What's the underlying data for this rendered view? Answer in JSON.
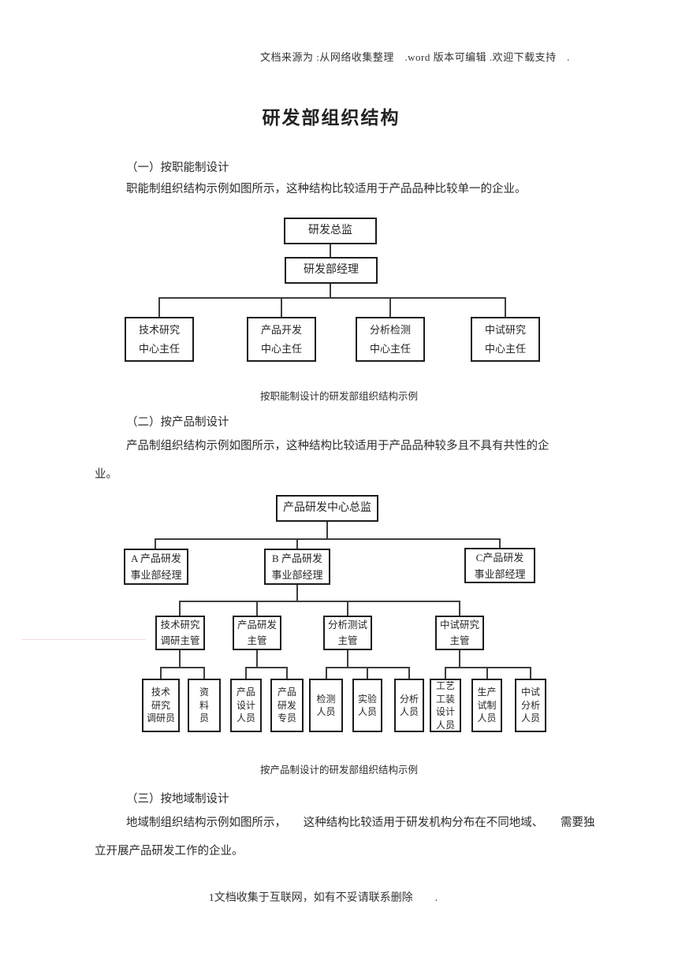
{
  "page": {
    "header_note": "文档来源为 :从网络收集整理　.word 版本可编辑 .欢迎下载支持　.",
    "title": "研发部组织结构",
    "footer": "1文档收集于互联网，如有不妥请联系删除　　."
  },
  "colors": {
    "text": "#2b2b2b",
    "box_border": "#1c1c1c",
    "connector": "#3d3d3d",
    "dotted_artifact_pink": "#e9b6c6"
  },
  "sections": [
    {
      "heading": "（一）按职能制设计",
      "body": "职能制组织结构示例如图所示，这种结构比较适用于产品品种比较单一的企业。",
      "caption": "按职能制设计的研发部组织结构示例"
    },
    {
      "heading": "（二）按产品制设计",
      "body": "产品制组织结构示例如图所示，这种结构比较适用于产品品种较多且不具有共性的企\n业。",
      "caption": "按产品制设计的研发部组织结构示例"
    },
    {
      "heading": "（三）按地域制设计",
      "body": "地域制组织结构示例如图所示，　　这种结构比较适用于研发机构分布在不同地域、　　需要独\n立开展产品研发工作的企业。"
    }
  ],
  "chart1": {
    "root": "研发总监",
    "manager": "研发部经理",
    "children": [
      "技术研究\n中心主任",
      "产品开发\n中心主任",
      "分析检测\n中心主任",
      "中试研究\n中心主任"
    ]
  },
  "chart2": {
    "root": "产品研发中心总监",
    "divisions": [
      "A 产品研发\n事业部经理",
      "B 产品研发\n事业部经理",
      "C产品研发\n事业部经理"
    ],
    "supervisors": [
      "技术研究\n调研主管",
      "产品研发\n主管",
      "分析测试\n主管",
      "中试研究\n主管"
    ],
    "staff": [
      "技术\n研究\n调研员",
      "资\n料\n员",
      "产品\n设计\n人员",
      "产品\n研发\n专员",
      "检测\n人员",
      "实验\n人员",
      "分析\n人员",
      "工艺\n工装\n设计\n人员",
      "生产\n试制\n人员",
      "中试\n分析\n人员"
    ]
  }
}
